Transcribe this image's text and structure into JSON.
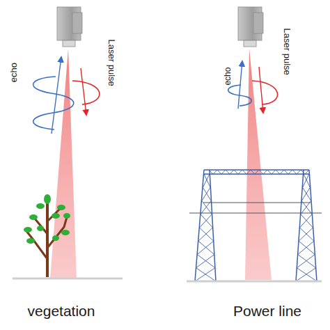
{
  "diagram": {
    "labels": [
      "echo",
      "Laser pulse",
      "vegetation",
      "echo",
      "Laser pulse",
      "Power line"
    ]
  }
}
